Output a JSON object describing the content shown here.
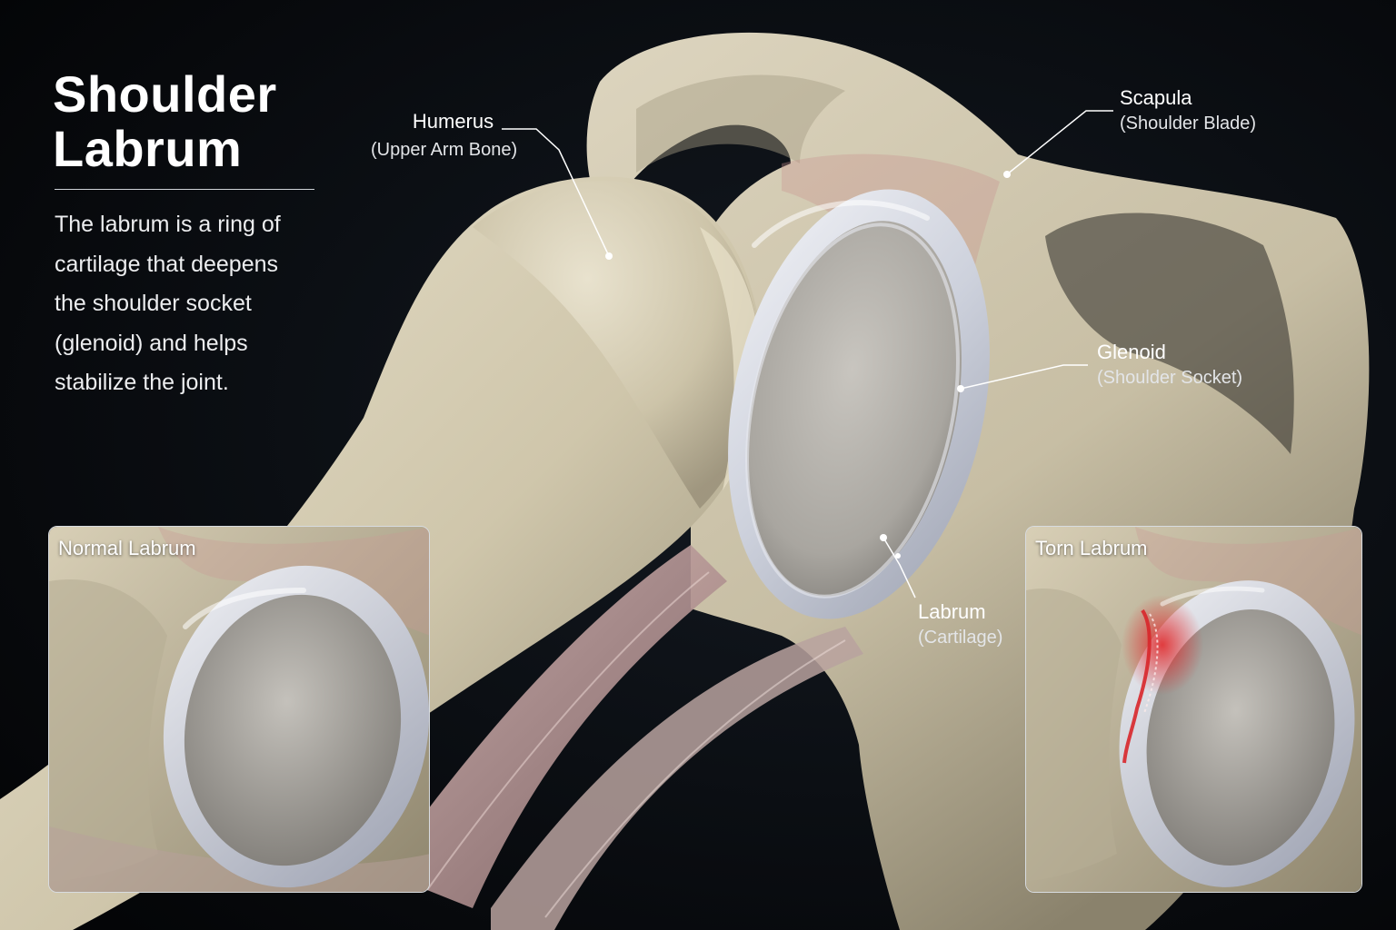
{
  "title": "Shoulder Labrum",
  "description": "The labrum is a ring of cartilage that deepens the shoulder socket (glenoid) and helps stabilize the joint.",
  "labels": {
    "humerus": {
      "name": "Humerus",
      "sub": "(Upper Arm Bone)"
    },
    "scapula": {
      "name": "Scapula",
      "sub": "(Shoulder Blade)"
    },
    "glenoid": {
      "name": "Glenoid",
      "sub": "(Shoulder Socket)"
    },
    "labrum": {
      "name": "Labrum",
      "sub": "(Cartilage)"
    }
  },
  "insets": {
    "normal": {
      "title": "Normal Labrum"
    },
    "torn": {
      "title": "Torn Labrum"
    }
  },
  "colors": {
    "background": "#07090d",
    "bone": "#d9d1bc",
    "cartilage": "#d4d8e2",
    "tear": "#d8262a",
    "leader_line": "#ffffff"
  }
}
